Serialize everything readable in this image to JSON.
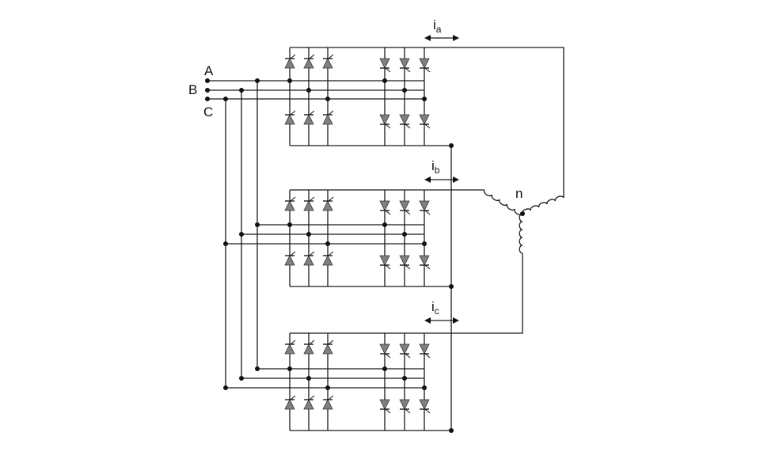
{
  "diagram": {
    "inputs": [
      {
        "label": "A"
      },
      {
        "label": "B"
      },
      {
        "label": "C"
      }
    ],
    "currents": [
      {
        "symbol": "i",
        "sub": "a"
      },
      {
        "symbol": "i",
        "sub": "b"
      },
      {
        "symbol": "i",
        "sub": "c"
      }
    ],
    "neutral_label": "n",
    "thyristor_color": "#808080",
    "wire_color": "#1a1a1a"
  }
}
